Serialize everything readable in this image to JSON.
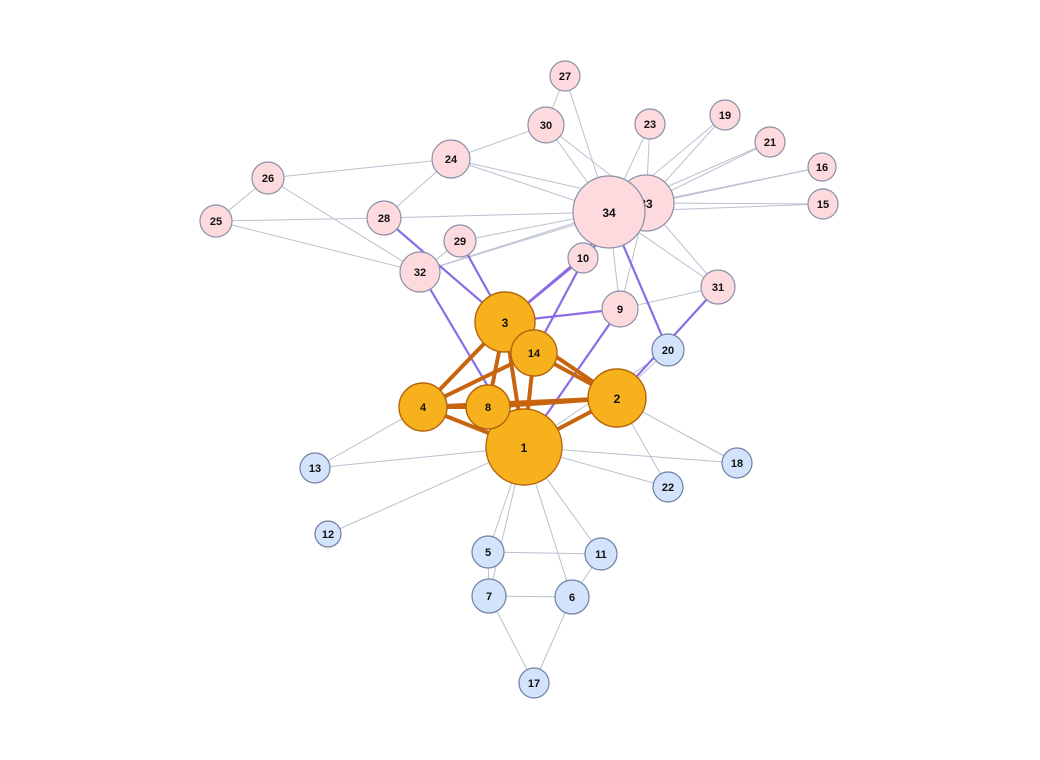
{
  "colors": {
    "background": "#ffffff",
    "edge_plain": "#b9c0cf",
    "edge_core": "#c8640f",
    "edge_bridge": "#8b6be6",
    "core_fill": "#f7b11c",
    "core_stroke": "#b4650c",
    "pink_fill": "#fddadd",
    "pink_stroke": "#8a8fa8",
    "blue_fill": "#d3e3fb",
    "blue_stroke": "#6f7fa3"
  },
  "nodes": [
    {
      "id": "1",
      "label": "1",
      "group": "core"
    },
    {
      "id": "2",
      "label": "2",
      "group": "core"
    },
    {
      "id": "3",
      "label": "3",
      "group": "core"
    },
    {
      "id": "4",
      "label": "4",
      "group": "core"
    },
    {
      "id": "5",
      "label": "5",
      "group": "blue"
    },
    {
      "id": "6",
      "label": "6",
      "group": "blue"
    },
    {
      "id": "7",
      "label": "7",
      "group": "blue"
    },
    {
      "id": "8",
      "label": "8",
      "group": "core"
    },
    {
      "id": "9",
      "label": "9",
      "group": "pink"
    },
    {
      "id": "10",
      "label": "10",
      "group": "pink"
    },
    {
      "id": "11",
      "label": "11",
      "group": "blue"
    },
    {
      "id": "12",
      "label": "12",
      "group": "blue"
    },
    {
      "id": "13",
      "label": "13",
      "group": "blue"
    },
    {
      "id": "14",
      "label": "14",
      "group": "core"
    },
    {
      "id": "15",
      "label": "15",
      "group": "pink"
    },
    {
      "id": "16",
      "label": "16",
      "group": "pink"
    },
    {
      "id": "17",
      "label": "17",
      "group": "blue"
    },
    {
      "id": "18",
      "label": "18",
      "group": "blue"
    },
    {
      "id": "19",
      "label": "19",
      "group": "pink"
    },
    {
      "id": "20",
      "label": "20",
      "group": "blue"
    },
    {
      "id": "21",
      "label": "21",
      "group": "pink"
    },
    {
      "id": "22",
      "label": "22",
      "group": "blue"
    },
    {
      "id": "23",
      "label": "23",
      "group": "pink"
    },
    {
      "id": "24",
      "label": "24",
      "group": "pink"
    },
    {
      "id": "25",
      "label": "25",
      "group": "pink"
    },
    {
      "id": "26",
      "label": "26",
      "group": "pink"
    },
    {
      "id": "27",
      "label": "27",
      "group": "pink"
    },
    {
      "id": "28",
      "label": "28",
      "group": "pink"
    },
    {
      "id": "29",
      "label": "29",
      "group": "pink"
    },
    {
      "id": "30",
      "label": "30",
      "group": "pink"
    },
    {
      "id": "31",
      "label": "31",
      "group": "pink"
    },
    {
      "id": "32",
      "label": "32",
      "group": "pink"
    },
    {
      "id": "33",
      "label": "33",
      "group": "pink"
    },
    {
      "id": "34",
      "label": "34",
      "group": "pink"
    }
  ],
  "edges": [
    {
      "source": "1",
      "target": "2",
      "type": "core"
    },
    {
      "source": "1",
      "target": "3",
      "type": "core"
    },
    {
      "source": "1",
      "target": "4",
      "type": "core"
    },
    {
      "source": "1",
      "target": "8",
      "type": "core"
    },
    {
      "source": "1",
      "target": "14",
      "type": "core"
    },
    {
      "source": "2",
      "target": "3",
      "type": "core"
    },
    {
      "source": "2",
      "target": "4",
      "type": "core"
    },
    {
      "source": "2",
      "target": "8",
      "type": "core"
    },
    {
      "source": "2",
      "target": "14",
      "type": "core"
    },
    {
      "source": "3",
      "target": "4",
      "type": "core"
    },
    {
      "source": "3",
      "target": "8",
      "type": "core"
    },
    {
      "source": "3",
      "target": "14",
      "type": "core"
    },
    {
      "source": "4",
      "target": "8",
      "type": "core"
    },
    {
      "source": "4",
      "target": "14",
      "type": "core"
    },
    {
      "source": "1",
      "target": "5",
      "type": "plain"
    },
    {
      "source": "1",
      "target": "6",
      "type": "plain"
    },
    {
      "source": "1",
      "target": "7",
      "type": "plain"
    },
    {
      "source": "1",
      "target": "11",
      "type": "plain"
    },
    {
      "source": "1",
      "target": "12",
      "type": "plain"
    },
    {
      "source": "1",
      "target": "13",
      "type": "plain"
    },
    {
      "source": "1",
      "target": "18",
      "type": "plain"
    },
    {
      "source": "1",
      "target": "20",
      "type": "plain"
    },
    {
      "source": "1",
      "target": "22",
      "type": "plain"
    },
    {
      "source": "1",
      "target": "9",
      "type": "bridge"
    },
    {
      "source": "1",
      "target": "32",
      "type": "bridge"
    },
    {
      "source": "2",
      "target": "18",
      "type": "plain"
    },
    {
      "source": "2",
      "target": "20",
      "type": "plain"
    },
    {
      "source": "2",
      "target": "22",
      "type": "plain"
    },
    {
      "source": "2",
      "target": "31",
      "type": "bridge"
    },
    {
      "source": "3",
      "target": "9",
      "type": "bridge"
    },
    {
      "source": "3",
      "target": "10",
      "type": "bridge"
    },
    {
      "source": "3",
      "target": "28",
      "type": "bridge"
    },
    {
      "source": "3",
      "target": "29",
      "type": "bridge"
    },
    {
      "source": "3",
      "target": "33",
      "type": "bridge"
    },
    {
      "source": "4",
      "target": "13",
      "type": "plain"
    },
    {
      "source": "5",
      "target": "7",
      "type": "plain"
    },
    {
      "source": "5",
      "target": "11",
      "type": "plain"
    },
    {
      "source": "6",
      "target": "7",
      "type": "plain"
    },
    {
      "source": "6",
      "target": "11",
      "type": "plain"
    },
    {
      "source": "6",
      "target": "17",
      "type": "plain"
    },
    {
      "source": "7",
      "target": "17",
      "type": "plain"
    },
    {
      "source": "14",
      "target": "34",
      "type": "bridge"
    },
    {
      "source": "20",
      "target": "34",
      "type": "bridge"
    },
    {
      "source": "9",
      "target": "31",
      "type": "plain"
    },
    {
      "source": "9",
      "target": "33",
      "type": "plain"
    },
    {
      "source": "9",
      "target": "34",
      "type": "plain"
    },
    {
      "source": "10",
      "target": "34",
      "type": "plain"
    },
    {
      "source": "15",
      "target": "33",
      "type": "plain"
    },
    {
      "source": "15",
      "target": "34",
      "type": "plain"
    },
    {
      "source": "16",
      "target": "33",
      "type": "plain"
    },
    {
      "source": "16",
      "target": "34",
      "type": "plain"
    },
    {
      "source": "19",
      "target": "33",
      "type": "plain"
    },
    {
      "source": "19",
      "target": "34",
      "type": "plain"
    },
    {
      "source": "21",
      "target": "33",
      "type": "plain"
    },
    {
      "source": "21",
      "target": "34",
      "type": "plain"
    },
    {
      "source": "23",
      "target": "33",
      "type": "plain"
    },
    {
      "source": "23",
      "target": "34",
      "type": "plain"
    },
    {
      "source": "24",
      "target": "26",
      "type": "plain"
    },
    {
      "source": "24",
      "target": "28",
      "type": "plain"
    },
    {
      "source": "24",
      "target": "30",
      "type": "plain"
    },
    {
      "source": "24",
      "target": "33",
      "type": "plain"
    },
    {
      "source": "24",
      "target": "34",
      "type": "plain"
    },
    {
      "source": "25",
      "target": "26",
      "type": "plain"
    },
    {
      "source": "25",
      "target": "28",
      "type": "plain"
    },
    {
      "source": "25",
      "target": "32",
      "type": "plain"
    },
    {
      "source": "26",
      "target": "32",
      "type": "plain"
    },
    {
      "source": "27",
      "target": "30",
      "type": "plain"
    },
    {
      "source": "27",
      "target": "34",
      "type": "plain"
    },
    {
      "source": "28",
      "target": "34",
      "type": "plain"
    },
    {
      "source": "29",
      "target": "32",
      "type": "plain"
    },
    {
      "source": "29",
      "target": "34",
      "type": "plain"
    },
    {
      "source": "30",
      "target": "33",
      "type": "plain"
    },
    {
      "source": "30",
      "target": "34",
      "type": "plain"
    },
    {
      "source": "31",
      "target": "33",
      "type": "plain"
    },
    {
      "source": "31",
      "target": "34",
      "type": "plain"
    },
    {
      "source": "32",
      "target": "33",
      "type": "plain"
    },
    {
      "source": "32",
      "target": "34",
      "type": "plain"
    },
    {
      "source": "33",
      "target": "34",
      "type": "plain"
    }
  ]
}
